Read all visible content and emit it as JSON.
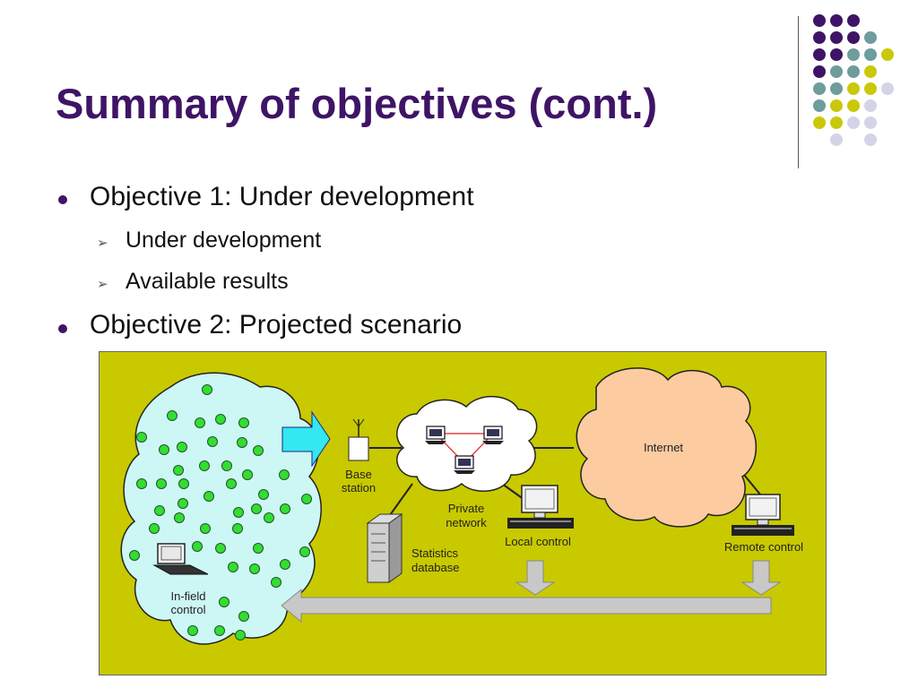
{
  "slide": {
    "title": "Summary of objectives (cont.)",
    "bullets": [
      {
        "text": "Objective 1: Under development",
        "sub": [
          "Under development",
          "Available results"
        ]
      },
      {
        "text": "Objective 2: Projected scenario",
        "sub": []
      }
    ]
  },
  "decor_colors": {
    "purple": "#3f1466",
    "teal": "#6f9c9c",
    "yellow": "#c9c90a",
    "lavender": "#d4d4e8",
    "diagram_bg": "#c9c900",
    "field_cloud": "#ccf7f5",
    "internet_cloud": "#fccba0"
  },
  "diagram": {
    "labels": {
      "base_station": [
        "Base",
        "station"
      ],
      "private_network": [
        "Private",
        "network"
      ],
      "statistics_database": [
        "Statistics",
        "database"
      ],
      "local_control": "Local control",
      "internet": "Internet",
      "remote_control": "Remote control",
      "infield_control": [
        "In-field",
        "control"
      ]
    }
  }
}
